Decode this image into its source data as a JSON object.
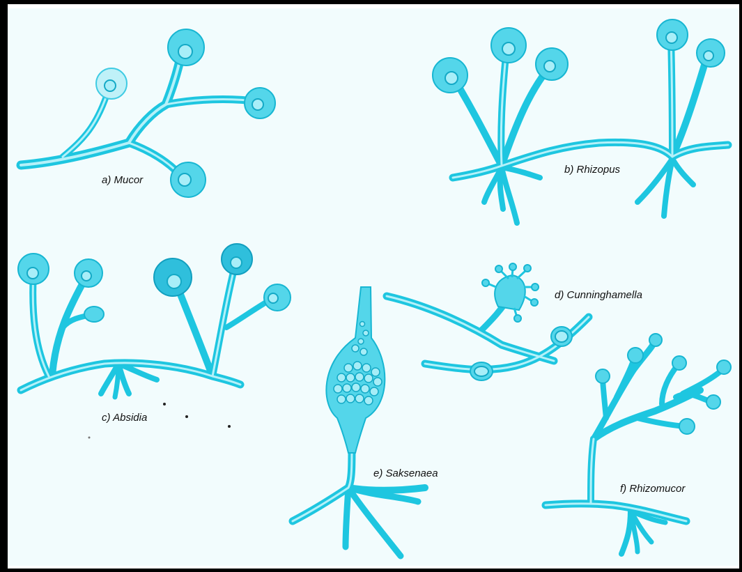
{
  "diagram": {
    "colors": {
      "hypha": "#1ec6e0",
      "hypha_core": "#b4f1f9",
      "sporangium": "#54d6ea",
      "sporangium_dark": "#2fbfdc",
      "background": "#f2fcfd",
      "border": "#000000",
      "label_text": "#111111"
    },
    "labels": {
      "mucor": "a) Mucor",
      "rhizopus": "b) Rhizopus",
      "absidia": "c) Absidia",
      "cunninghamella": "d) Cunninghamella",
      "saksenaea": "e) Saksenaea",
      "rhizomucor": "f) Rhizomucor"
    }
  }
}
